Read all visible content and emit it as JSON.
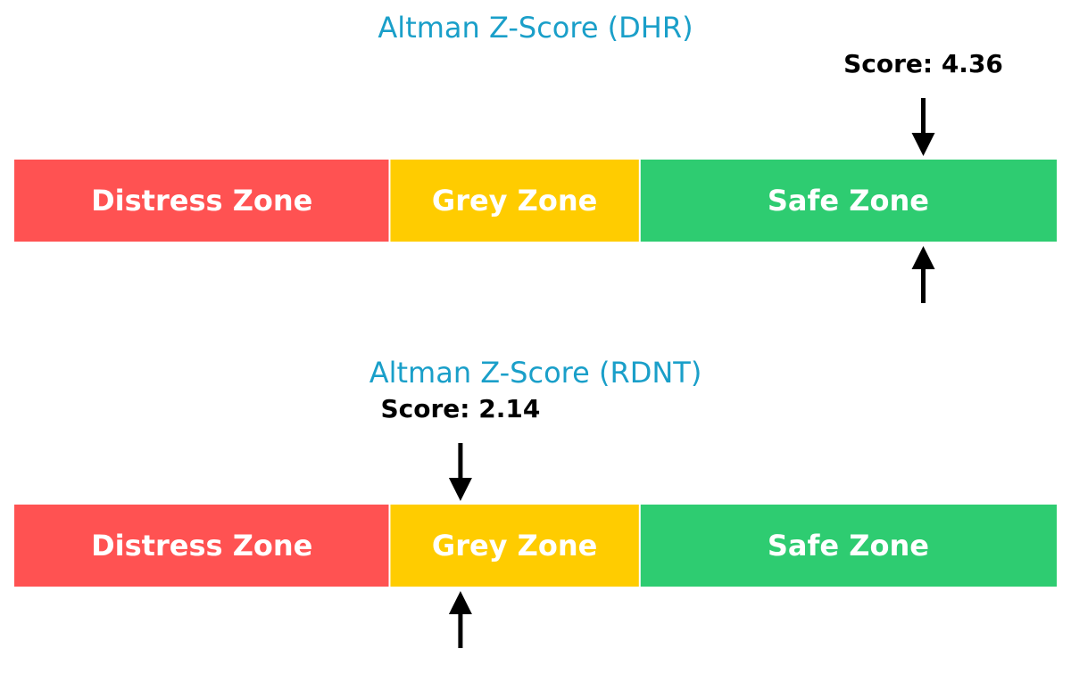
{
  "chart_data": [
    {
      "type": "gauge",
      "title": "Altman Z-Score (DHR)",
      "score_label": "Score: 4.36",
      "score": 4.36,
      "zones": [
        {
          "name": "Distress Zone",
          "from": 0,
          "to": 1.8,
          "color": "#ff5252"
        },
        {
          "name": "Grey Zone",
          "from": 1.8,
          "to": 3.0,
          "color": "#ffcc00"
        },
        {
          "name": "Safe Zone",
          "from": 3.0,
          "to": 5.0,
          "color": "#2ecc71"
        }
      ]
    },
    {
      "type": "gauge",
      "title": "Altman Z-Score (RDNT)",
      "score_label": "Score: 2.14",
      "score": 2.14,
      "zones": [
        {
          "name": "Distress Zone",
          "from": 0,
          "to": 1.8,
          "color": "#ff5252"
        },
        {
          "name": "Grey Zone",
          "from": 1.8,
          "to": 3.0,
          "color": "#ffcc00"
        },
        {
          "name": "Safe Zone",
          "from": 3.0,
          "to": 5.0,
          "color": "#2ecc71"
        }
      ]
    }
  ],
  "arrow_color": "#000000"
}
